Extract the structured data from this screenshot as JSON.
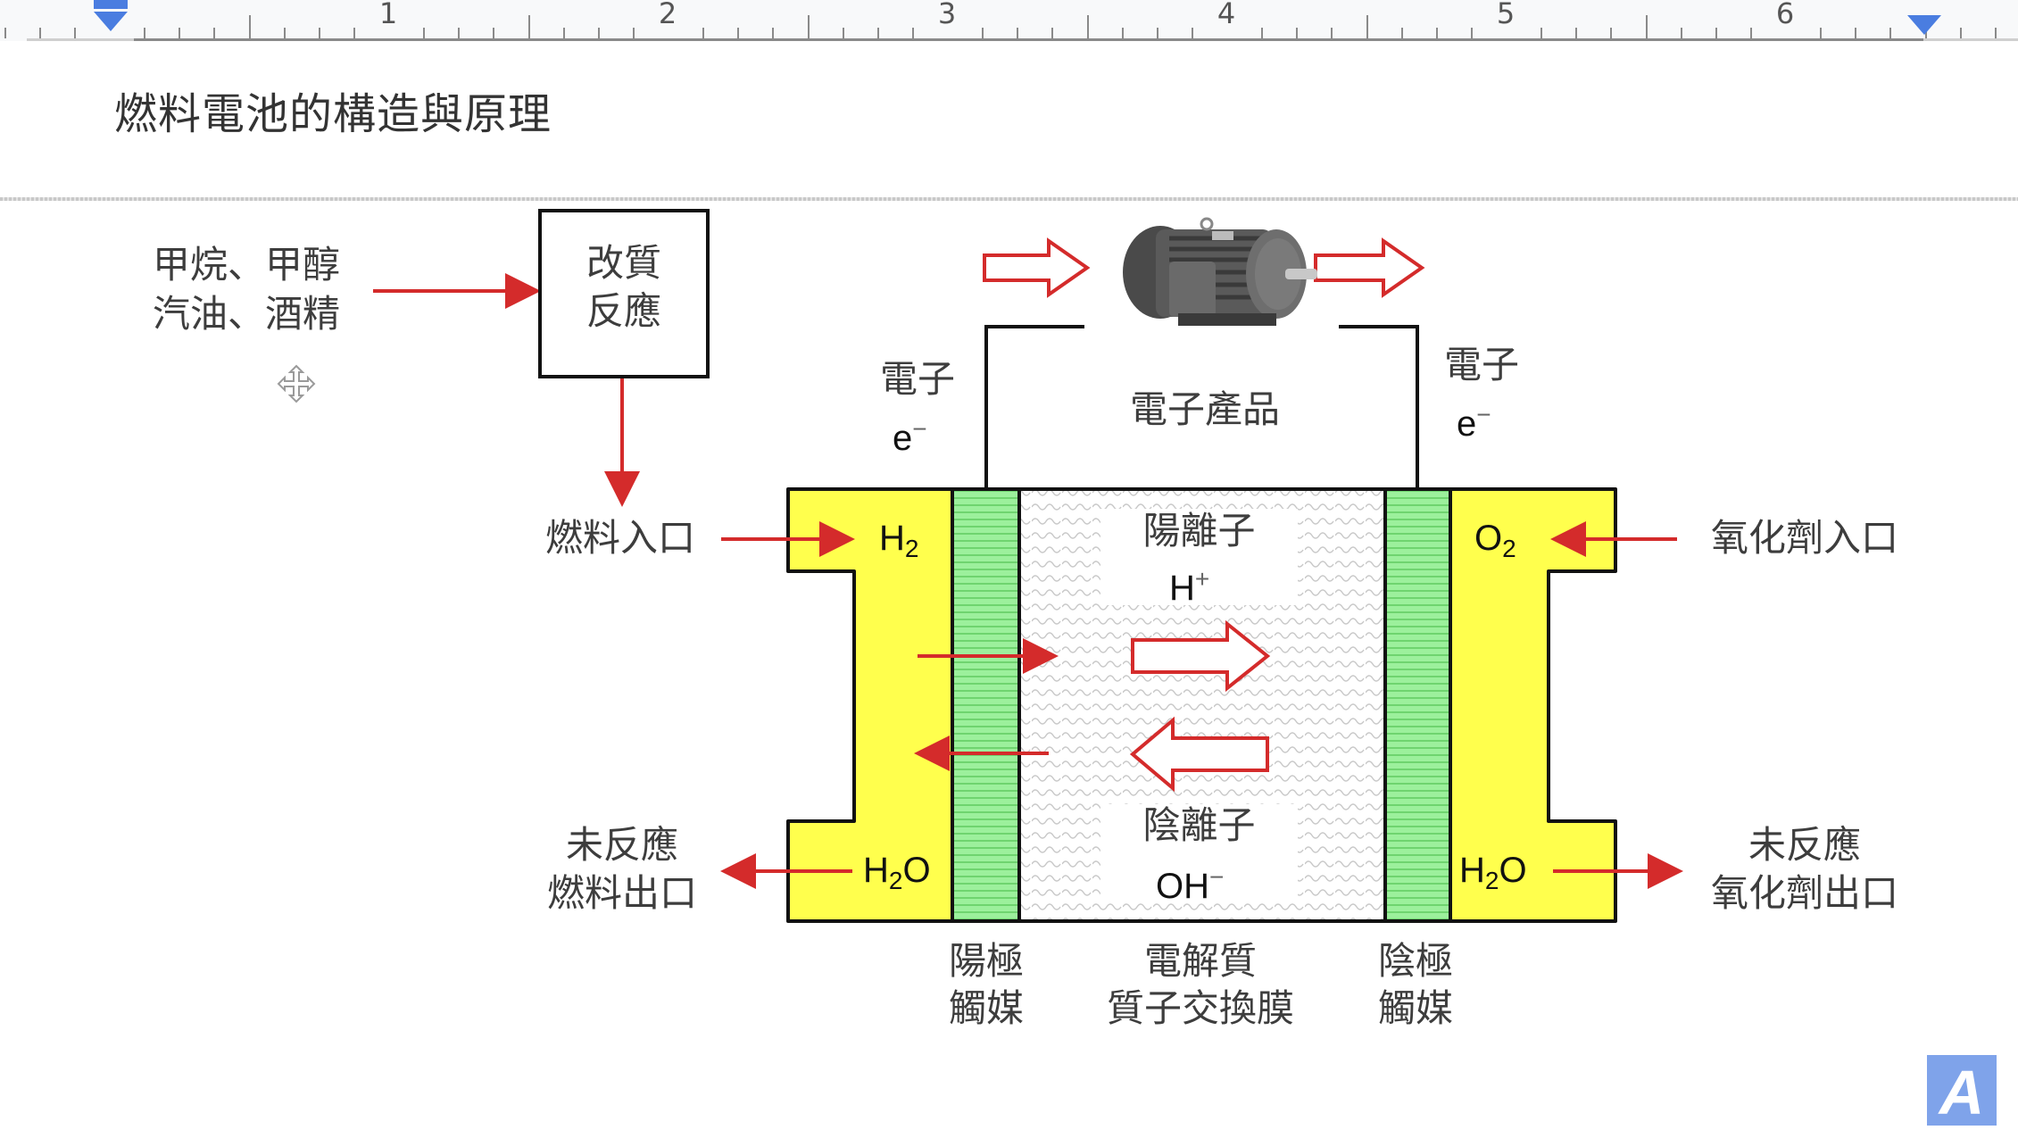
{
  "ruler": {
    "numbers": [
      "1",
      "2",
      "3",
      "4",
      "5",
      "6"
    ],
    "left_indent_marker": "indent-marker",
    "right_indent_marker": "indent-marker"
  },
  "page_title": "燃料電池的構造與原理",
  "diagram": {
    "fuel_sources": {
      "line1": "甲烷、甲醇",
      "line2": "汽油、酒精"
    },
    "reform_box": {
      "line1": "改質",
      "line2": "反應"
    },
    "fuel_inlet": "燃料入口",
    "fuel_outlet": {
      "line1": "未反應",
      "line2": "燃料出口"
    },
    "oxidant_inlet": "氧化劑入口",
    "oxidant_outlet": {
      "line1": "未反應",
      "line2": "氧化劑出口"
    },
    "electron_left": {
      "line1": "電子",
      "symbol": "e",
      "charge": "−"
    },
    "electron_right": {
      "line1": "電子",
      "symbol": "e",
      "charge": "−"
    },
    "load_label": "電子產品",
    "load_icon": "electric-motor",
    "anode_gas": {
      "symbol": "H",
      "sub": "2"
    },
    "anode_water": {
      "symbol_a": "H",
      "sub": "2",
      "symbol_b": "O"
    },
    "cathode_gas": {
      "symbol": "O",
      "sub": "2"
    },
    "cathode_water": {
      "symbol_a": "H",
      "sub": "2",
      "symbol_b": "O"
    },
    "cation": {
      "name": "陽離子",
      "symbol": "H",
      "charge": "+"
    },
    "anion": {
      "name": "陰離子",
      "symbol": "OH",
      "charge": "−"
    },
    "anode_catalyst": {
      "line1": "陽極",
      "line2": "觸媒"
    },
    "electrolyte": {
      "line1": "電解質",
      "line2": "質子交換膜"
    },
    "cathode_catalyst": {
      "line1": "陰極",
      "line2": "觸媒"
    },
    "colors": {
      "flow_arrow": "#d42b2b",
      "chamber": "#ffff4d",
      "catalyst": "#8ee88e",
      "outline": "#111111"
    }
  },
  "corner_logo": "A"
}
